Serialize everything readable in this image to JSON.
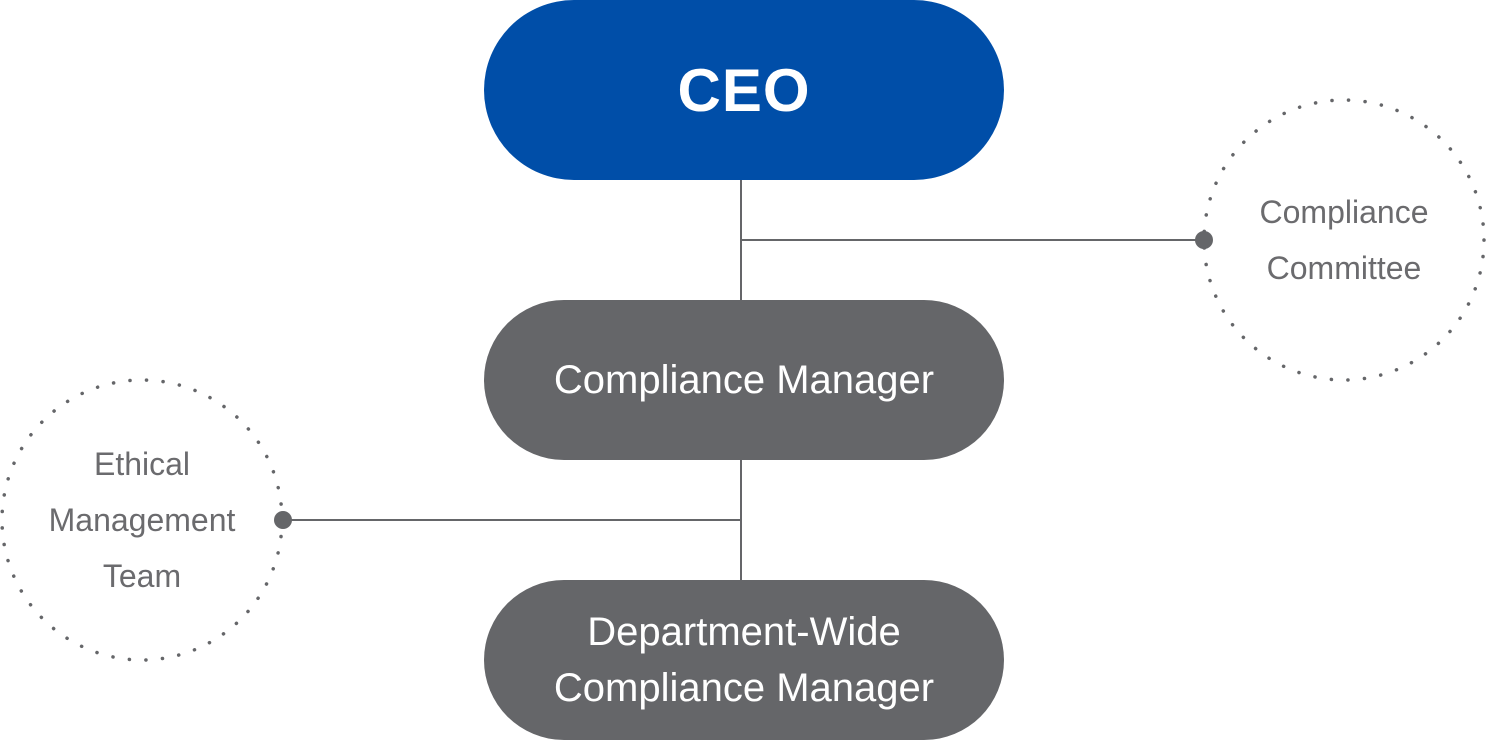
{
  "nodes": {
    "ceo": {
      "label": "CEO",
      "color": "#004ea8"
    },
    "compliance_manager": {
      "label": "Compliance Manager",
      "color": "#656669"
    },
    "department_wide_manager": {
      "label": "Department-Wide\nCompliance Manager",
      "color": "#656669"
    }
  },
  "side_groups": {
    "compliance_committee": {
      "label": "Compliance\nCommittee",
      "style": "dotted-circle"
    },
    "ethical_management_team": {
      "label": "Ethical\nManagement\nTeam",
      "style": "dotted-circle"
    }
  },
  "colors": {
    "primary": "#004ea8",
    "secondary": "#656669",
    "line": "#656669",
    "text_muted": "#6b6b6e"
  },
  "edges": [
    {
      "from": "ceo",
      "to": "compliance_manager"
    },
    {
      "from": "compliance_manager",
      "to": "department_wide_manager"
    },
    {
      "from": "ceo_to_compliance_manager_link",
      "to": "compliance_committee"
    },
    {
      "from": "compliance_manager_to_department_wide_manager_link",
      "to": "ethical_management_team"
    }
  ]
}
